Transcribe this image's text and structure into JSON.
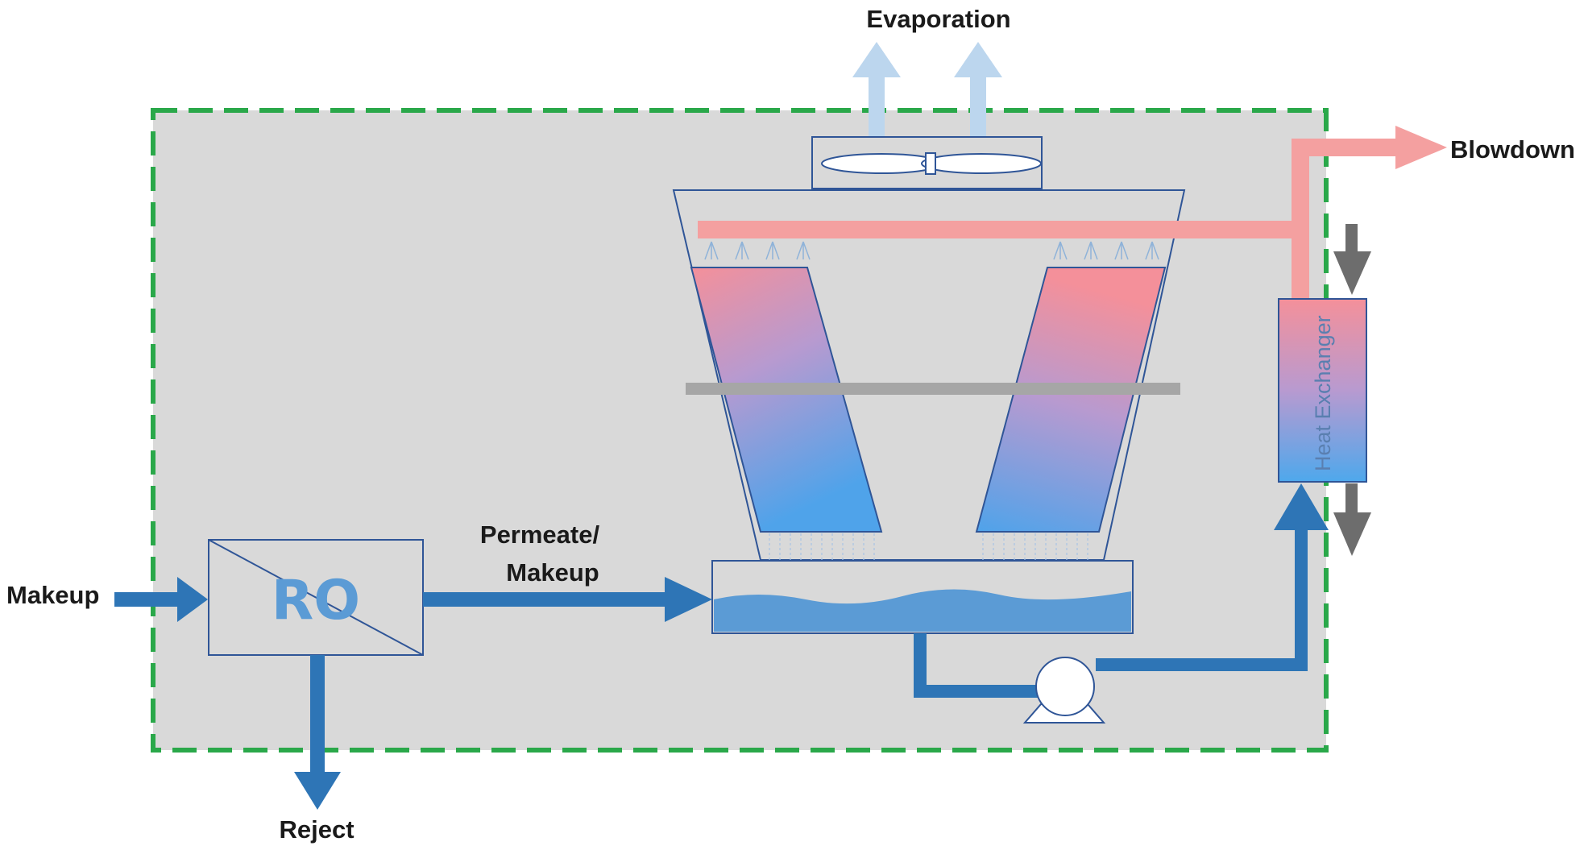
{
  "labels": {
    "evaporation": "Evaporation",
    "blowdown": "Blowdown",
    "makeup": "Makeup",
    "permeate_line1": "Permeate/",
    "permeate_line2": "Makeup",
    "reject": "Reject",
    "ro": "RO",
    "heat_exchanger": "Heat Exchanger"
  },
  "colors": {
    "boundary_dash": "#2aa84a",
    "boundary_fill": "#d9d9d9",
    "water_pipe": "#2e75b6",
    "hot_pipe": "#f4a0a0",
    "evaporation_arrow": "#bcd6ee",
    "grey_arrow": "#6d6d6d",
    "outline": "#2f5597",
    "basin_water": "#5b9bd5",
    "fill_hot": "#f4909a",
    "fill_cold": "#4fa3ea"
  },
  "icons": [
    "fan-icon",
    "pump-icon",
    "spray-nozzle-icon"
  ]
}
